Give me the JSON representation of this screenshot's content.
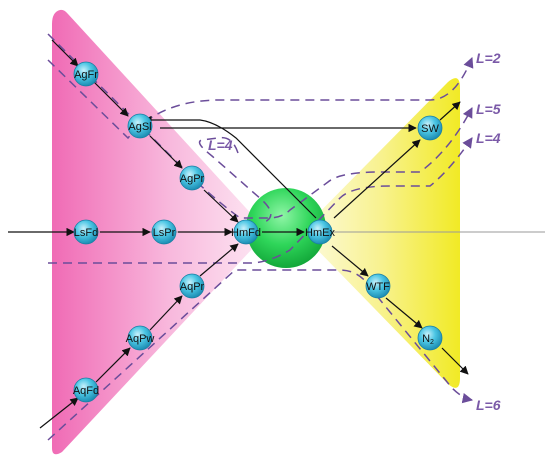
{
  "nodes": {
    "agfr": "AgFr",
    "agsl": "AgSl",
    "agpr_top": "AgPr",
    "lsfd": "LsFd",
    "lspr": "LsPr",
    "hmfd": "HmFd",
    "hmex": "HmEx",
    "agpr_low": "AqPr",
    "aqpw": "AqPw",
    "aqfd": "AqFd",
    "sw": "SW",
    "wtf": "WTF",
    "n2": "N",
    "n2_sub": "2"
  },
  "labels": {
    "l2": "L=2",
    "l5": "L=5",
    "l4_right": "L=4",
    "l4_left": "L=4",
    "l6": "L=6"
  },
  "colors": {
    "magenta": "#f070b8",
    "yellow": "#f4ee3a",
    "green": "#2fd65a",
    "node": "#35b8d8",
    "dash": "#6b4d9a"
  }
}
